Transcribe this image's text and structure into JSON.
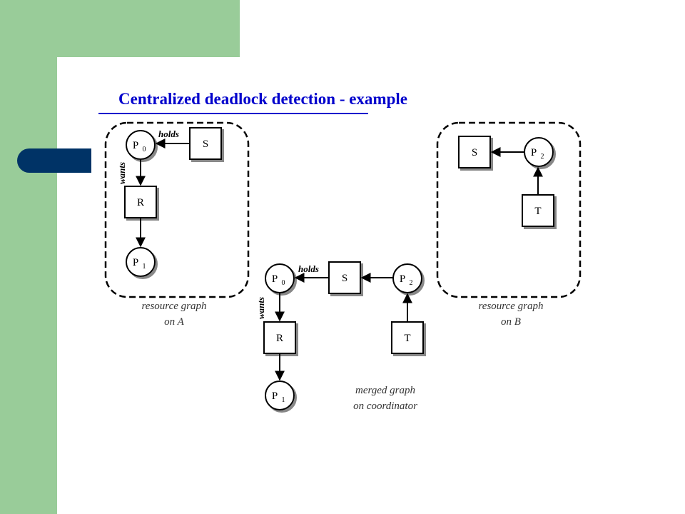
{
  "slide": {
    "title": "Centralized deadlock detection - example",
    "accent_color": "#0000cc",
    "band_color": "#99cc99",
    "tab_color": "#003366"
  },
  "graph_a": {
    "nodes": {
      "p0": "P",
      "p0_sub": "0",
      "s": "S",
      "r": "R",
      "p1": "P",
      "p1_sub": "1"
    },
    "edges": {
      "holds": "holds",
      "wants": "wants"
    },
    "caption_line1": "resource graph",
    "caption_line2": "on A"
  },
  "graph_b": {
    "nodes": {
      "s": "S",
      "p2": "P",
      "p2_sub": "2",
      "t": "T"
    },
    "caption_line1": "resource graph",
    "caption_line2": "on B"
  },
  "merged": {
    "nodes": {
      "p0": "P",
      "p0_sub": "0",
      "s": "S",
      "p2": "P",
      "p2_sub": "2",
      "r": "R",
      "t": "T",
      "p1": "P",
      "p1_sub": "1"
    },
    "edges": {
      "holds": "holds",
      "wants": "wants"
    },
    "caption_line1": "merged graph",
    "caption_line2": "on coordinator"
  }
}
